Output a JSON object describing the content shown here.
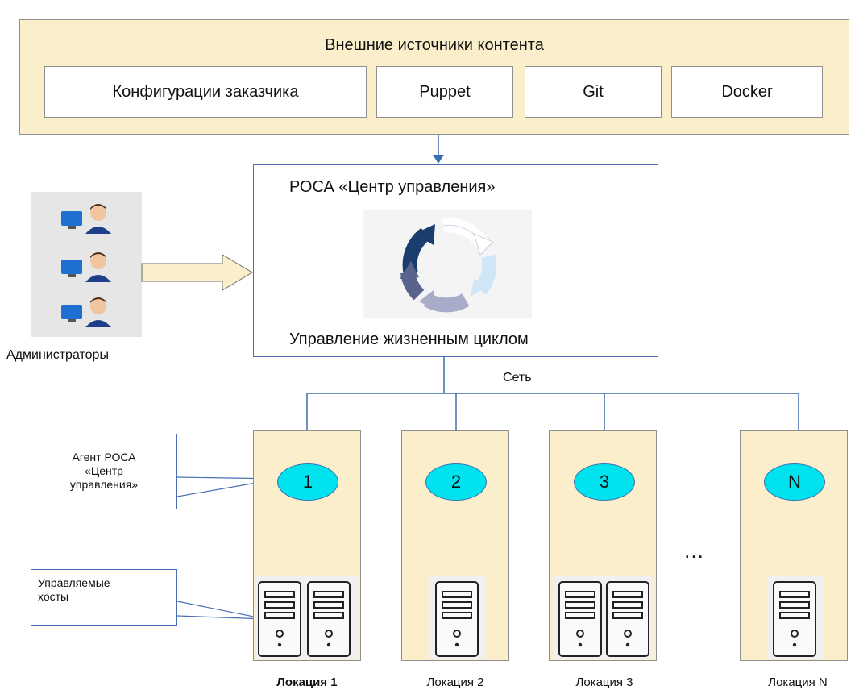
{
  "top_panel": {
    "title": "Внешние источники контента",
    "sources": [
      "Конфигурации заказчика",
      "Puppet",
      "Git",
      "Docker"
    ]
  },
  "center": {
    "title": "РОСА «Центр управления»",
    "caption": "Управление жизненным циклом"
  },
  "admins": {
    "label": "Администраторы",
    "count": 3
  },
  "network": {
    "label": "Сеть"
  },
  "callouts": {
    "agent": [
      "Агент РОСА",
      "«Центр",
      "управления»"
    ],
    "hosts": [
      "Управляемые",
      "хосты"
    ]
  },
  "locations": [
    {
      "node": "1",
      "label": "Локация 1",
      "servers": 2
    },
    {
      "node": "2",
      "label": "Локация 2",
      "servers": 1
    },
    {
      "node": "3",
      "label": "Локация 3",
      "servers": 2
    },
    {
      "node": "N",
      "label": "Локация N",
      "servers": 1
    }
  ],
  "ellipsis": "…",
  "colors": {
    "panel": "#fbefcb",
    "node": "#00e2ee",
    "line": "#3a6fb0"
  }
}
